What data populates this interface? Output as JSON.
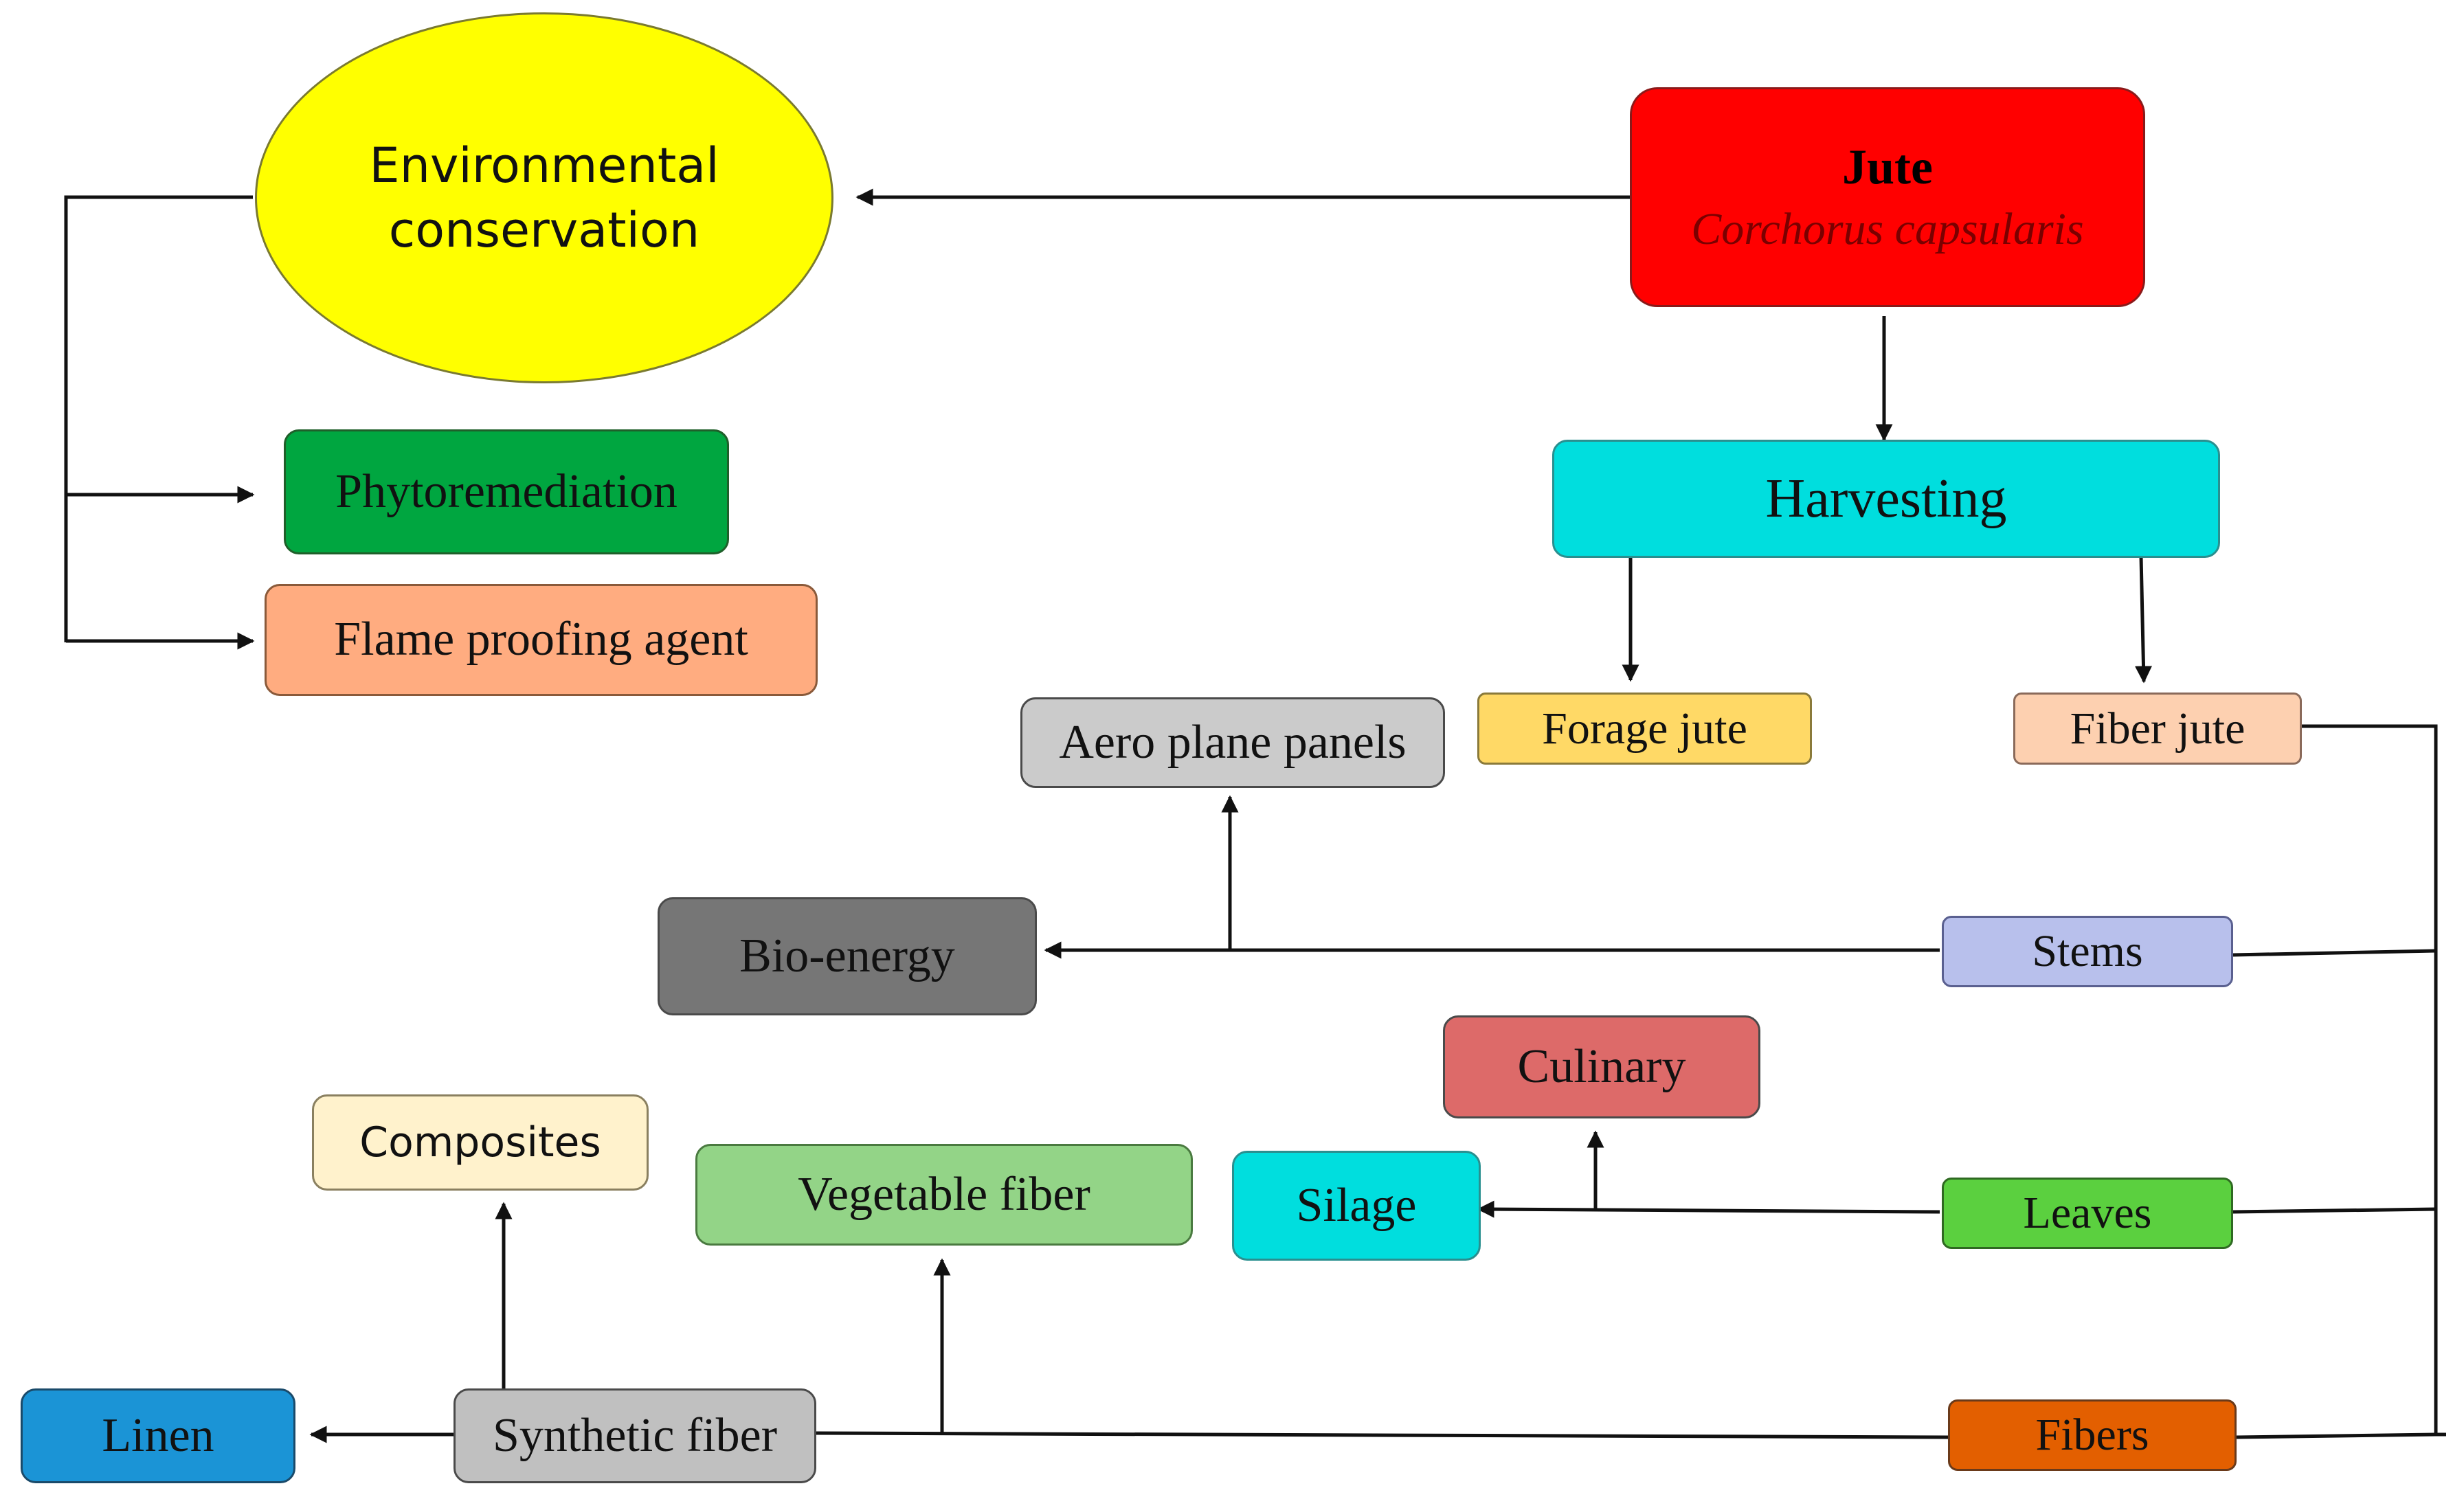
{
  "colors": {
    "line": "#111111",
    "environmental": "#ffff00",
    "jute": "#ff0000",
    "harvesting": "#00dede",
    "phytoremediation": "#00a640",
    "flame": "#ffac80",
    "aero": "#cbcbcb",
    "forage": "#ffd966",
    "fiber_jute": "#fdd0b0",
    "bio": "#767676",
    "stems": "#b8c0ec",
    "culinary": "#dd6a69",
    "composites": "#fff2cc",
    "vegetable": "#93d487",
    "silage": "#00dede",
    "leaves": "#5bd03f",
    "linen": "#1b94d6",
    "synthetic": "#c0c0c0",
    "fibers": "#e35f00"
  },
  "nodes": {
    "environmental": {
      "line1": "Environmental",
      "line2": "conservation"
    },
    "jute": {
      "title": "Jute",
      "species": "Corchorus capsularis"
    },
    "harvesting": "Harvesting",
    "phytoremediation": "Phytoremediation",
    "flame": "Flame proofing agent",
    "aero": "Aero plane panels",
    "forage": "Forage jute",
    "fiber_jute": "Fiber jute",
    "bio": "Bio-energy",
    "stems": "Stems",
    "culinary": "Culinary",
    "composites": "Composites",
    "vegetable": "Vegetable fiber",
    "silage": "Silage",
    "leaves": "Leaves",
    "linen": "Linen",
    "synthetic": "Synthetic fiber",
    "fibers": "Fibers"
  }
}
